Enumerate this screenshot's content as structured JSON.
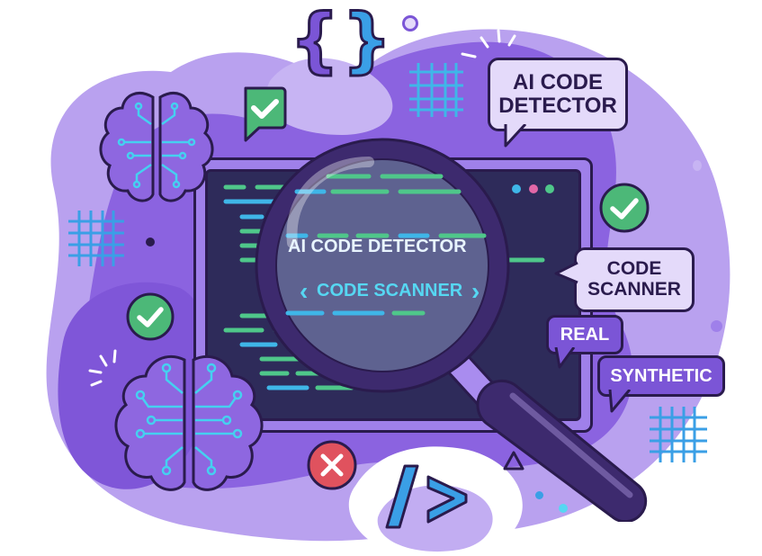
{
  "illustration": {
    "title": "AI Code Detector illustration",
    "colors": {
      "blob_dark": "#8b63e0",
      "blob_light": "#b9a1ef",
      "outline": "#2a1b4d",
      "screen_bg": "#2e2b5a",
      "code_green": "#4fc78a",
      "code_blue": "#3fb6e8",
      "check_green": "#4cb878",
      "error_red": "#e0525e",
      "accent_blue": "#3aa3e6",
      "bubble_light": "#e4dafa",
      "bubble_dark": "#7b55d6"
    },
    "bubbles": {
      "top_right": {
        "line1": "AI CODE",
        "line2": "DETECTOR"
      },
      "code_scanner": {
        "line1": "CODE",
        "line2": "SCANNER"
      },
      "real": {
        "label": "REAL"
      },
      "synthetic": {
        "label": "SYNTHETIC"
      }
    },
    "lens": {
      "title": "AI CODE DETECTOR",
      "subtitle": "CODE SCANNER",
      "left_chevron": "‹",
      "right_chevron": "›"
    },
    "window_dots": [
      "#3fb6e8",
      "#e267a7",
      "#4fc78a"
    ],
    "symbols": {
      "braces_left": "{",
      "braces_right": "}",
      "code_slash": "/",
      "code_gt": ">"
    },
    "icons": [
      "brain-circuit-icon",
      "check-icon",
      "close-icon",
      "grid-icon",
      "magnifier-icon",
      "triangle-icon"
    ]
  }
}
